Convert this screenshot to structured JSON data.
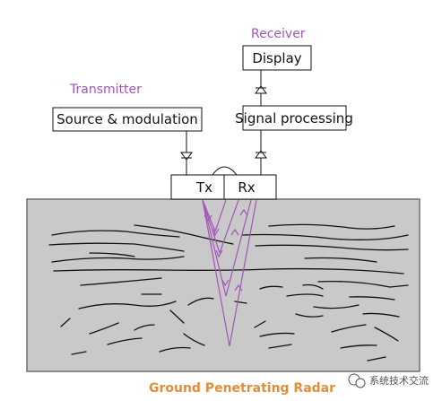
{
  "labels": {
    "receiver": "Receiver",
    "transmitter": "Transmitter",
    "display": "Display",
    "source_modulation": "Source & modulation",
    "signal_processing": "Signal processing",
    "tx": "Tx",
    "rx": "Rx",
    "caption": "Ground Penetrating Radar",
    "watermark": "系统技术交流"
  },
  "colors": {
    "purple": "#A256B8",
    "caption_orange": "#E08E3C",
    "ground_fill": "#C9C9C9",
    "ground_border": "#6E6E6E",
    "line": "#111111"
  },
  "icons": {
    "watermark": "wechat-logo-icon"
  }
}
